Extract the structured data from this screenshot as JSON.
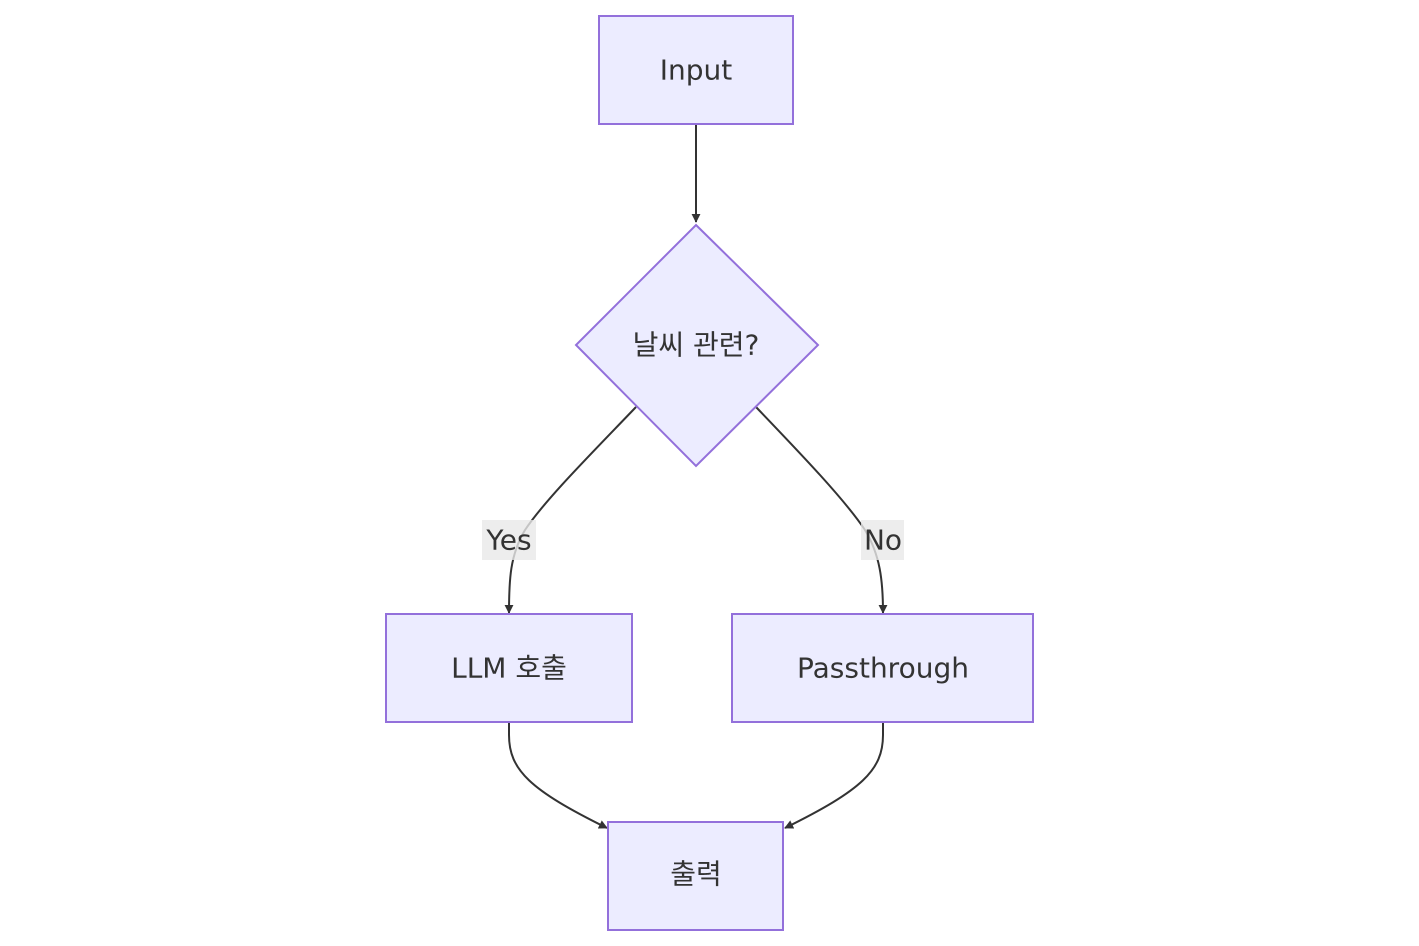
{
  "nodes": {
    "input": {
      "label": "Input"
    },
    "decision": {
      "label": "날씨 관련?"
    },
    "llm": {
      "label": "LLM 호출"
    },
    "passthrough": {
      "label": "Passthrough"
    },
    "output": {
      "label": "출력"
    }
  },
  "edges": {
    "yes": {
      "label": "Yes"
    },
    "no": {
      "label": "No"
    }
  },
  "colors": {
    "node_fill": "#ececff",
    "node_stroke": "#9370db",
    "edge": "#333333",
    "text": "#333333"
  }
}
